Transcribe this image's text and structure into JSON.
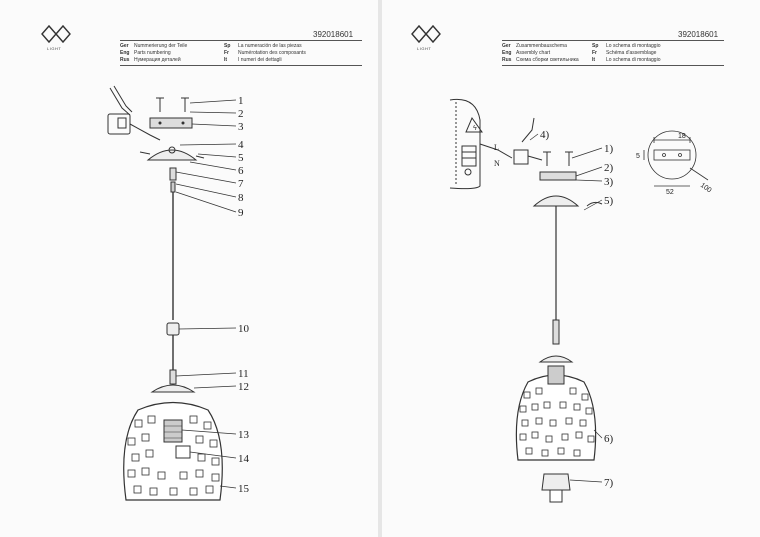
{
  "left_page": {
    "logo_text": "LIGHT",
    "product_code": "392018601",
    "header_rows": [
      {
        "lang_a": "Ger",
        "text_a": "Nummerierung der Teile",
        "lang_b": "Sp",
        "text_b": "La numeración de las piezas"
      },
      {
        "lang_a": "Eng",
        "text_a": "Parts numbering",
        "lang_b": "Fr",
        "text_b": "Numérotation des composants"
      },
      {
        "lang_a": "Rus",
        "text_a": "Нумерация деталей",
        "lang_b": "It",
        "text_b": "I numeri dei dettagli"
      }
    ],
    "part_numbers": [
      "1",
      "2",
      "3",
      "4",
      "5",
      "6",
      "7",
      "8",
      "9",
      "10",
      "11",
      "12",
      "13",
      "14",
      "15"
    ]
  },
  "right_page": {
    "logo_text": "LIGHT",
    "product_code": "392018601",
    "header_rows": [
      {
        "lang_a": "Ger",
        "text_a": "Zusammenbauschema",
        "lang_b": "Sp",
        "text_b": "Lo schema di montaggio"
      },
      {
        "lang_a": "Eng",
        "text_a": "Assembly chart",
        "lang_b": "Fr",
        "text_b": "Schéma d'assemblage"
      },
      {
        "lang_a": "Rus",
        "text_a": "Схема сборки светильника",
        "lang_b": "It",
        "text_b": "Lo schema di montaggio"
      }
    ],
    "step_labels": [
      "1)",
      "2)",
      "3)",
      "4)",
      "5)",
      "6)",
      "7)"
    ],
    "dimensions": {
      "d1": "18",
      "d2": "5",
      "d3": "52",
      "d4": "100"
    }
  }
}
